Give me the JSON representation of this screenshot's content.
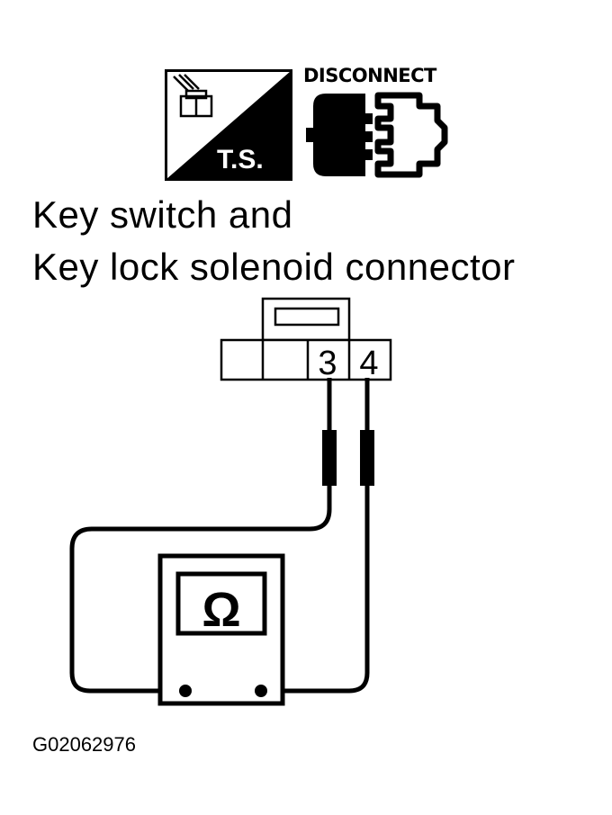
{
  "icons": {
    "test_symbol": {
      "name": "ts-tool-icon",
      "label": "T.S."
    },
    "disconnect": {
      "name": "disconnect-connector-icon",
      "label": "DISCONNECT"
    }
  },
  "title": {
    "line1": "Key switch and",
    "line2": "Key lock solenoid connector"
  },
  "connector": {
    "terminals": [
      "3",
      "4"
    ]
  },
  "meter": {
    "icon": "ohmmeter-icon",
    "symbol": "Ω"
  },
  "figure_code": "G02062976",
  "colors": {
    "ink": "#000000",
    "paper": "#ffffff"
  }
}
